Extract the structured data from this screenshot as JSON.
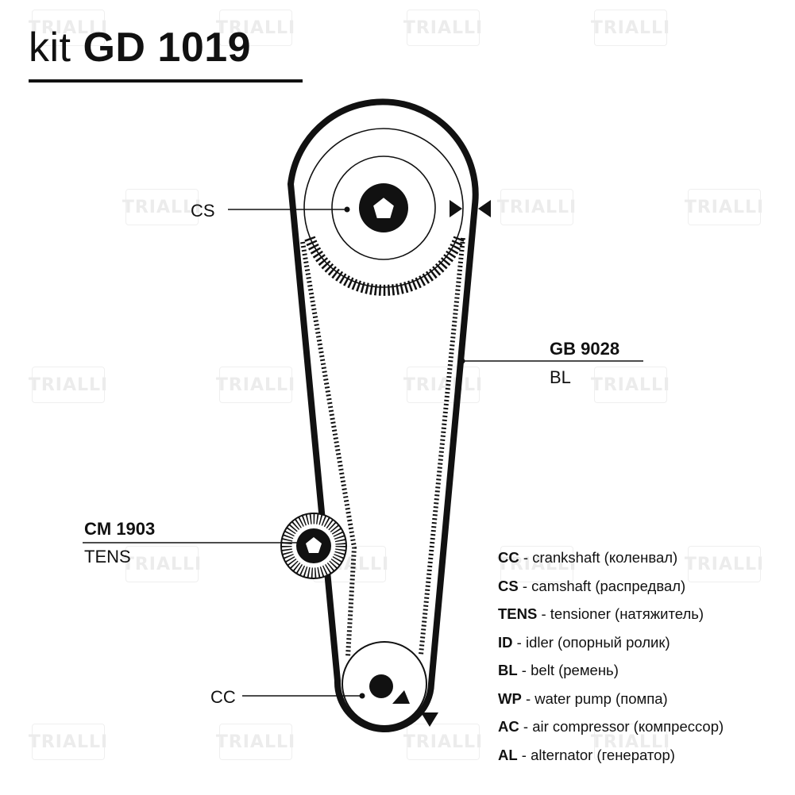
{
  "watermark": {
    "brand": "TRIALLI",
    "color": "#ececec"
  },
  "header": {
    "kit_prefix": "kit",
    "kit_code": "GD 1019"
  },
  "diagram": {
    "labels": {
      "cs": "CS",
      "cc": "CC",
      "belt_code": "GB 9028",
      "belt_type": "BL",
      "tens_code": "CM 1903",
      "tens_type": "TENS"
    }
  },
  "legend": [
    {
      "abbr": "CC",
      "desc": "crankshaft (коленвал)"
    },
    {
      "abbr": "CS",
      "desc": "camshaft (распредвал)"
    },
    {
      "abbr": "TENS",
      "desc": "tensioner (натяжитель)"
    },
    {
      "abbr": "ID",
      "desc": "idler (опорный ролик)"
    },
    {
      "abbr": "BL",
      "desc": "belt (ремень)"
    },
    {
      "abbr": "WP",
      "desc": "water pump (помпа)"
    },
    {
      "abbr": "AC",
      "desc": "air compressor (компрессор)"
    },
    {
      "abbr": "AL",
      "desc": "alternator (генератор)"
    }
  ],
  "colors": {
    "ink": "#111111",
    "background": "#ffffff"
  }
}
